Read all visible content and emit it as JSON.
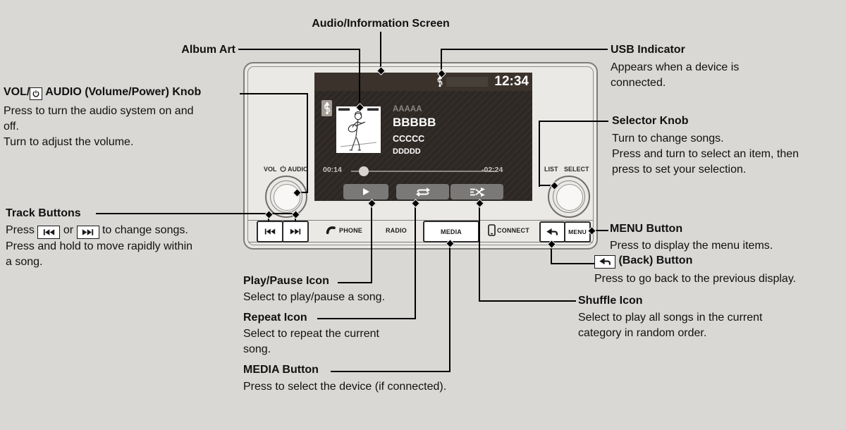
{
  "colors": {
    "page_bg": "#d9d8d5",
    "device_bg": "#eae9e6",
    "screen_bg": "#2e2825",
    "statusbar_bg": "#3a322b",
    "screen_button": "#7b7977",
    "line": "#000000",
    "text": "#111111",
    "screen_text": "#ffffff",
    "screen_muted": "#8b8680"
  },
  "callouts": {
    "audio_screen": {
      "title": "Audio/Information Screen"
    },
    "album_art": {
      "title": "Album Art"
    },
    "usb_indicator": {
      "title": "USB Indicator",
      "lines": [
        "Appears when a device is",
        "connected."
      ]
    },
    "vol_knob": {
      "title_pre": "VOL/",
      "title_post": "AUDIO (Volume/Power) Knob",
      "lines": [
        "Press to turn the audio system on and",
        "off.",
        "Turn to adjust the volume."
      ]
    },
    "selector_knob": {
      "title": "Selector Knob",
      "lines": [
        "Turn to change songs.",
        "Press and turn to select an item, then",
        "press to set your selection."
      ]
    },
    "track_buttons": {
      "title": "Track Buttons",
      "seg_press": "Press",
      "seg_or": "or",
      "seg_change": "to change songs.",
      "lines": [
        "Press and hold to move rapidly within",
        "a song."
      ]
    },
    "play_pause": {
      "title": "Play/Pause Icon",
      "lines": [
        "Select to play/pause a song."
      ]
    },
    "repeat_icon": {
      "title": "Repeat Icon",
      "lines": [
        "Select to repeat the current",
        "song."
      ]
    },
    "media_button": {
      "title": "MEDIA Button",
      "lines": [
        "Press to select the device (if connected)."
      ]
    },
    "menu_button": {
      "title": "MENU Button",
      "lines": [
        "Press to display the menu items."
      ]
    },
    "back_button": {
      "title": "(Back) Button",
      "lines": [
        "Press to go back to the previous display."
      ]
    },
    "shuffle_icon": {
      "title": "Shuffle Icon",
      "lines": [
        "Select to play all songs in the current",
        "category in random order."
      ]
    }
  },
  "device": {
    "screen": {
      "clock": "12:34",
      "song": {
        "line1": "AAAAA",
        "line2": "BBBBB",
        "line3": "CCCCC",
        "line4": "DDDDD"
      },
      "elapsed": "00:14",
      "remaining": "-02:24"
    },
    "knobs": {
      "vol": "VOL",
      "audio": "AUDIO",
      "list": "LIST",
      "select": "SELECT"
    },
    "buttons": {
      "phone": "PHONE",
      "radio": "RADIO",
      "media": "MEDIA",
      "connect": "CONNECT",
      "menu": "MENU"
    }
  }
}
